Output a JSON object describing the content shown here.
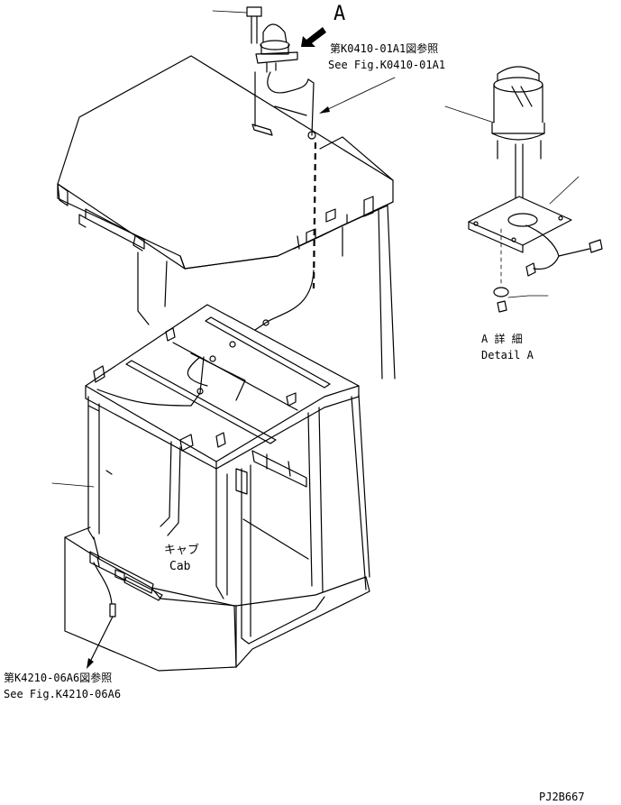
{
  "view_label": "A",
  "callouts": {
    "top_ref_jp": "第K0410-01A1図参照",
    "top_ref_en": "See Fig.K0410-01A1",
    "bottom_ref_jp": "第K4210-06A6図参照",
    "bottom_ref_en": "See Fig.K4210-06A6"
  },
  "cab_label": {
    "jp": "キャブ",
    "en": "Cab"
  },
  "detail_label": {
    "jp": "A 詳 細",
    "en": "Detail A"
  },
  "drawing_code": "PJ2B667"
}
